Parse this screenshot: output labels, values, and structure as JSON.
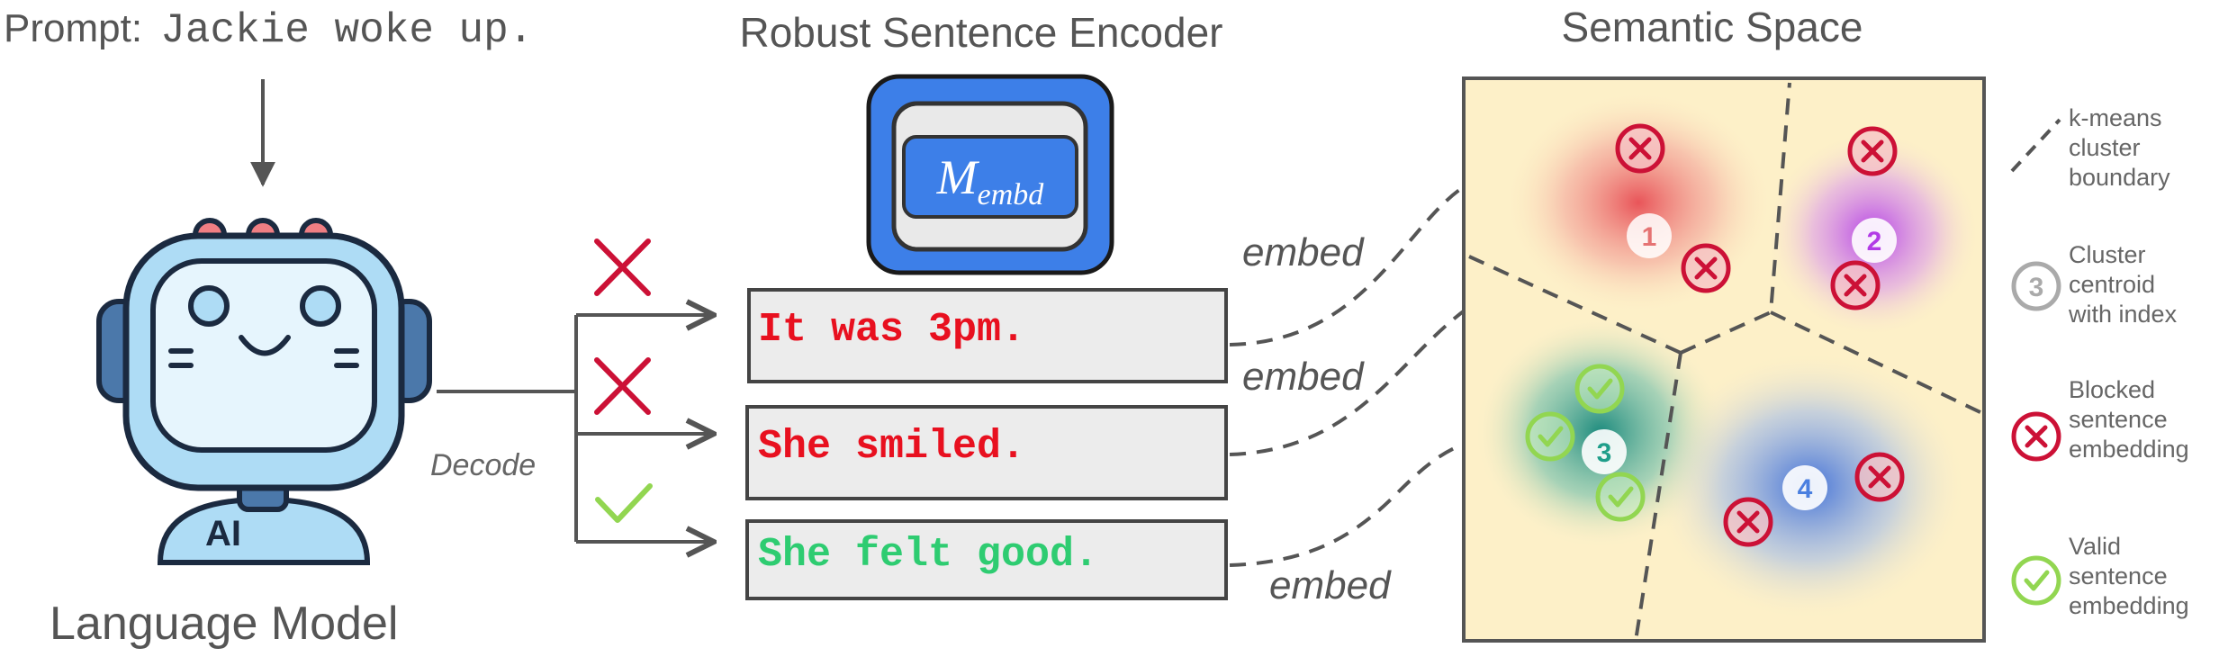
{
  "prompt": {
    "label": "Prompt:",
    "text": "Jackie woke up."
  },
  "language_model": {
    "title": "Language Model",
    "badge": "AI",
    "decode_label": "Decode"
  },
  "encoder": {
    "title": "Robust Sentence Encoder",
    "symbol": "M",
    "subscript": "embd"
  },
  "sentences": [
    {
      "text": "It was 3pm.",
      "status": "blocked",
      "color": "#e8101f"
    },
    {
      "text": "She smiled.",
      "status": "blocked",
      "color": "#e8101f"
    },
    {
      "text": "She felt good.",
      "status": "valid",
      "color": "#2ecc71"
    }
  ],
  "embed_labels": [
    "embed",
    "embed",
    "embed"
  ],
  "semantic_space": {
    "title": "Semantic Space",
    "background": "#fdf0c8",
    "clusters": [
      {
        "index": "1",
        "color": "#e53945"
      },
      {
        "index": "2",
        "color": "#b23be6"
      },
      {
        "index": "3",
        "color": "#1f9e8a"
      },
      {
        "index": "4",
        "color": "#4a7fe0"
      }
    ]
  },
  "legend": [
    {
      "icon": "dashed-line",
      "text": [
        "k-means",
        "cluster",
        "boundary"
      ]
    },
    {
      "icon": "centroid",
      "sample_index": "3",
      "text": [
        "Cluster",
        "centroid",
        "with index"
      ]
    },
    {
      "icon": "blocked",
      "text": [
        "Blocked",
        "sentence",
        "embedding"
      ]
    },
    {
      "icon": "valid",
      "text": [
        "Valid",
        "sentence",
        "embedding"
      ]
    }
  ],
  "colors": {
    "blocked": "#cc1136",
    "valid": "#92d651",
    "encoder_blue": "#3d7fe8",
    "text_gray": "#555555"
  }
}
